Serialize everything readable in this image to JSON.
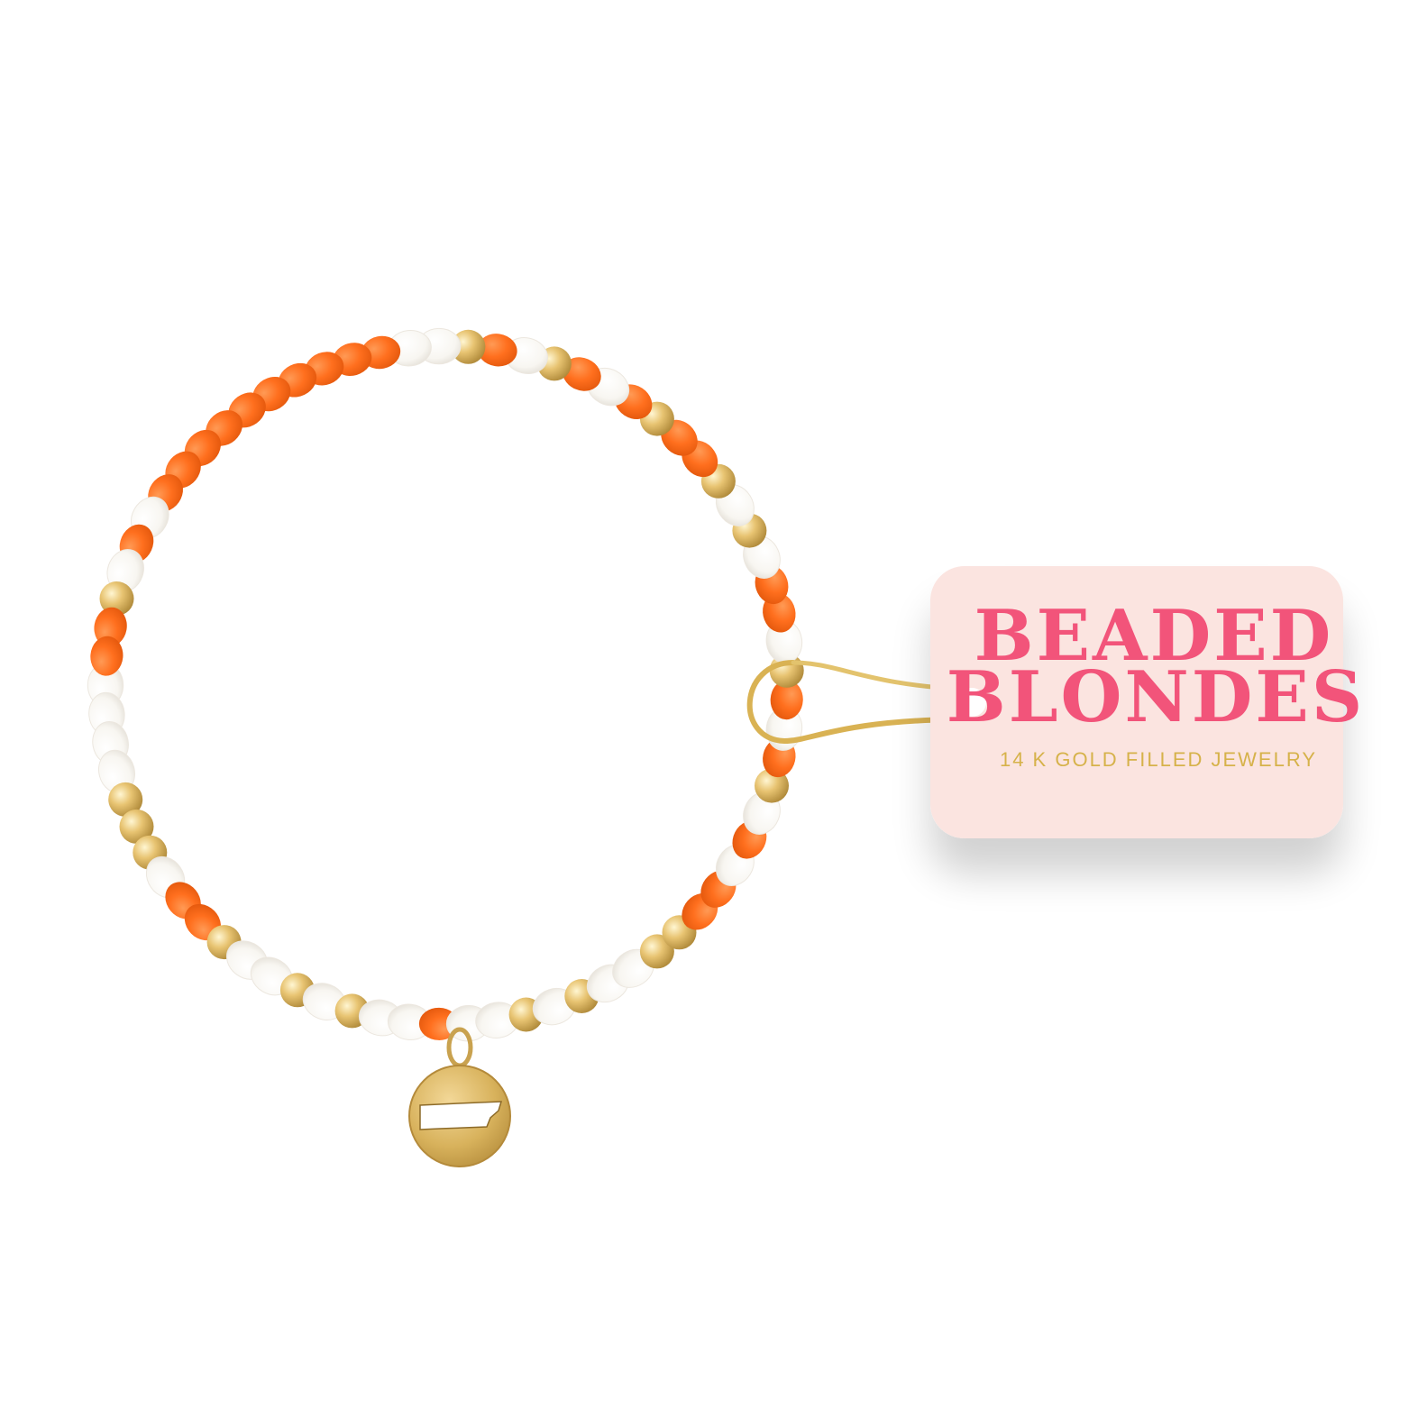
{
  "tag": {
    "brand_line1": "BEADED",
    "brand_line2": "BLONDES",
    "subtitle": "14 K GOLD FILLED JEWELRY"
  },
  "colors": {
    "background": "#ffffff",
    "tag_fill": "#fbe4e0",
    "brand_text": "#f2547a",
    "gold_text": "#d6b24a",
    "bead_orange": "#ff6f1e",
    "bead_white": "#fbfaf7",
    "bead_gold": "#e3bf6a",
    "charm_gold": "#d8b25c"
  },
  "beads": [
    "white",
    "white",
    "white",
    "white",
    "gold",
    "gold",
    "gold",
    "white",
    "orange",
    "orange",
    "gold",
    "white",
    "white",
    "gold",
    "white",
    "gold",
    "white",
    "white",
    "orange",
    "white",
    "white",
    "gold",
    "white",
    "gold",
    "white",
    "white",
    "gold",
    "gold",
    "orange",
    "orange",
    "white",
    "orange",
    "white",
    "gold",
    "orange",
    "white",
    "orange",
    "gold",
    "white",
    "orange",
    "orange",
    "white",
    "gold",
    "white",
    "gold",
    "orange",
    "orange",
    "gold",
    "orange",
    "white",
    "orange",
    "gold",
    "white",
    "orange",
    "gold",
    "white",
    "white",
    "orange",
    "orange",
    "orange",
    "orange",
    "orange",
    "orange",
    "orange",
    "orange",
    "orange",
    "orange",
    "white",
    "orange",
    "white",
    "gold",
    "orange",
    "orange"
  ],
  "charm": {
    "icon": "tennessee-state-icon"
  }
}
